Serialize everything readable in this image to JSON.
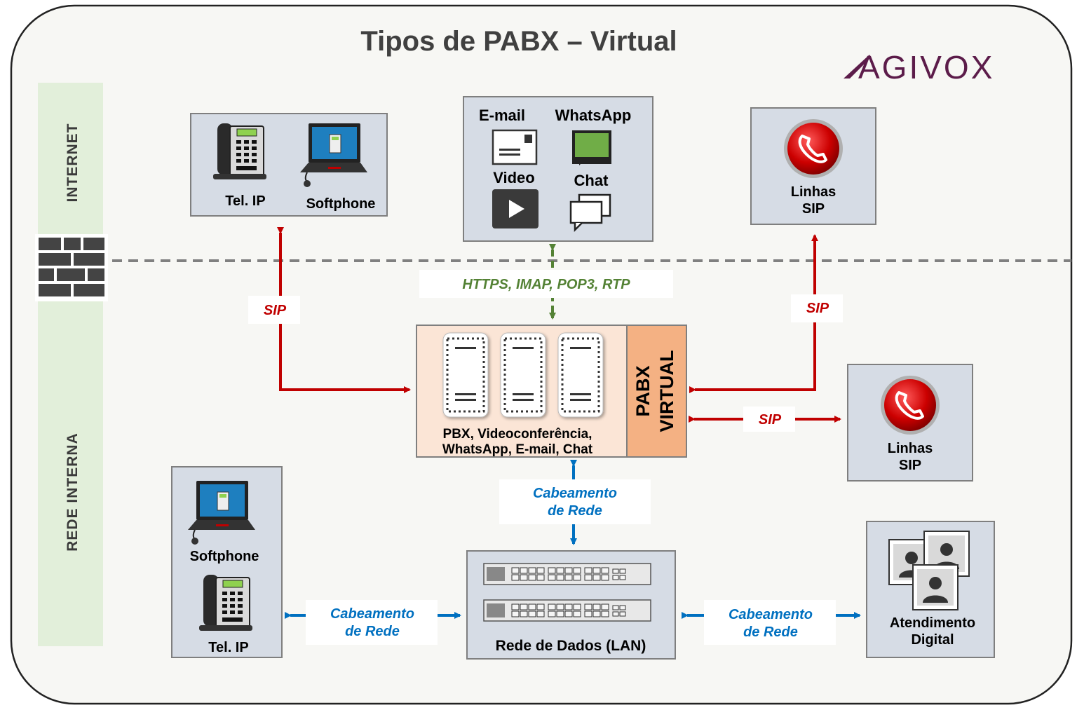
{
  "title": "Tipos de PABX – Virtual",
  "logo": {
    "text": "AGIVOX",
    "color": "#5c1c4a"
  },
  "zones": {
    "internet": "INTERNET",
    "internal": "REDE INTERNA"
  },
  "boxes": {
    "tel_ip_top": {
      "label": "Tel. IP"
    },
    "softphone_top": {
      "label": "Softphone"
    },
    "email": {
      "label": "E-mail"
    },
    "whatsapp": {
      "label": "WhatsApp"
    },
    "video": {
      "label": "Video"
    },
    "chat": {
      "label": "Chat"
    },
    "sip_lines_top": {
      "line1": "Linhas",
      "line2": "SIP"
    },
    "sip_lines_right": {
      "line1": "Linhas",
      "line2": "SIP"
    },
    "pabx": {
      "side_line1": "PABX",
      "side_line2": "VIRTUAL",
      "desc_line1": "PBX, Videoconferência,",
      "desc_line2": "WhatsApp, E-mail, Chat"
    },
    "softphone_bottom": {
      "label": "Softphone"
    },
    "tel_ip_bottom": {
      "label": "Tel. IP"
    },
    "lan": {
      "label": "Rede de Dados (LAN)"
    },
    "digital": {
      "line1": "Atendimento",
      "line2": "Digital"
    }
  },
  "links": {
    "https": "HTTPS, IMAP, POP3, RTP",
    "sip_left": "SIP",
    "sip_right": "SIP",
    "sip_mid": "SIP",
    "cable_top_line1": "Cabeamento",
    "cable_top_line2": "de Rede",
    "cable_left_line1": "Cabeamento",
    "cable_left_line2": "de Rede",
    "cable_right_line1": "Cabeamento",
    "cable_right_line2": "de Rede"
  },
  "colors": {
    "sip_arrow": "#c00000",
    "https_arrow": "#548235",
    "cable_arrow": "#0070c0",
    "box_fill": "#d6dce5",
    "pabx_fill": "#fbe5d6",
    "pabx_side": "#f4b183",
    "zone_fill": "#e2efda"
  }
}
